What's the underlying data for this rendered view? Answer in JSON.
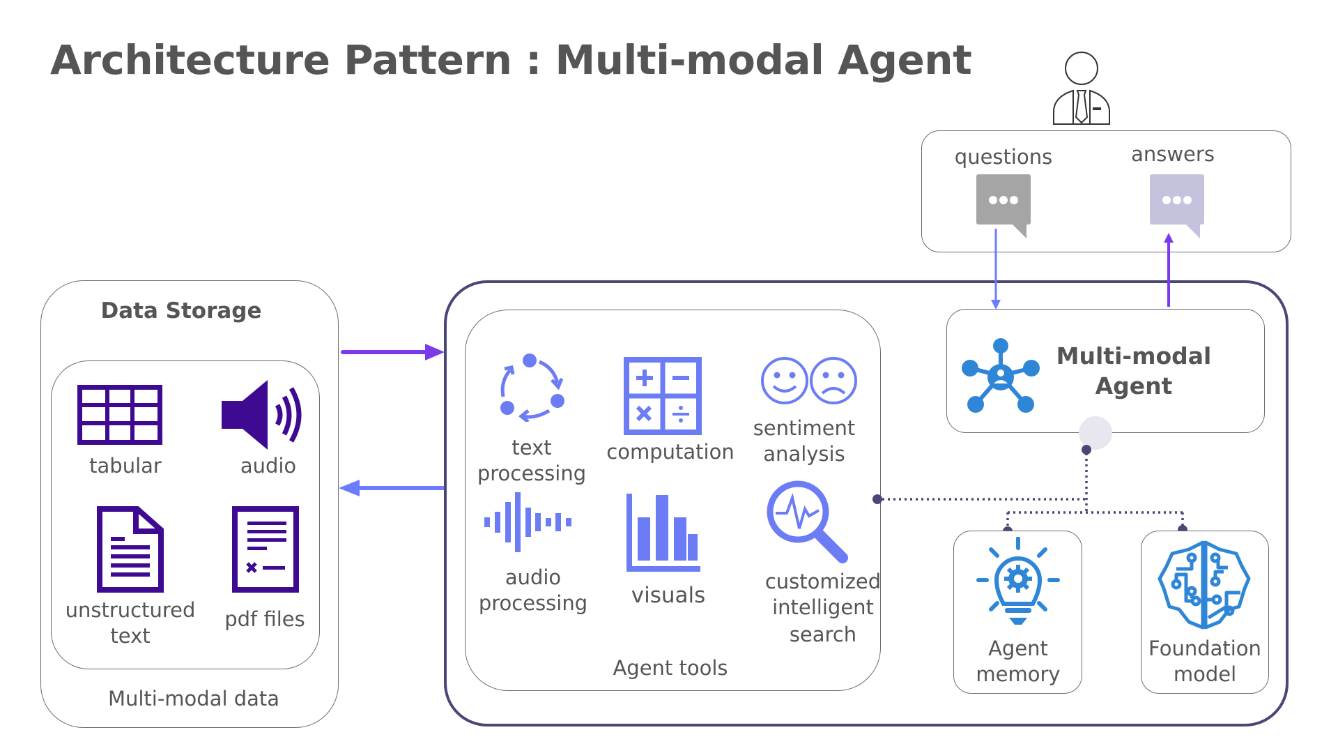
{
  "title": "Architecture Pattern : Multi-modal Agent",
  "user": {
    "icon": "person-icon",
    "questions_label": "questions",
    "answers_label": "answers"
  },
  "data_storage": {
    "title": "Data Storage",
    "footer": "Multi-modal data",
    "items": [
      {
        "label": "tabular",
        "icon": "table-icon"
      },
      {
        "label": "audio",
        "icon": "speaker-icon"
      },
      {
        "label_line1": "unstructured",
        "label_line2": "text",
        "icon": "document-icon"
      },
      {
        "label": "pdf files",
        "icon": "form-icon"
      }
    ]
  },
  "agent_tools": {
    "footer": "Agent tools",
    "items": [
      {
        "label_line1": "text",
        "label_line2": "processing",
        "icon": "cycle-icon"
      },
      {
        "label": "computation",
        "icon": "calculator-icon"
      },
      {
        "label_line1": "sentiment",
        "label_line2": "analysis",
        "icon": "smiley-faces-icon"
      },
      {
        "label_line1": "audio",
        "label_line2": "processing",
        "icon": "waveform-icon"
      },
      {
        "label": "visuals",
        "icon": "bar-chart-icon"
      },
      {
        "label_line1": "customized",
        "label_line2": "intelligent",
        "label_line3": "search",
        "icon": "search-pulse-icon"
      }
    ]
  },
  "agent": {
    "title_line1": "Multi-modal",
    "title_line2": "Agent",
    "icon": "network-hub-icon"
  },
  "memory": {
    "label_line1": "Agent",
    "label_line2": "memory",
    "icon": "lightbulb-gear-icon"
  },
  "foundation": {
    "label_line1": "Foundation",
    "label_line2": "model",
    "icon": "brain-circuit-icon"
  },
  "colors": {
    "text": "#555555",
    "frame": "#4a4778",
    "tool_icon": "#6b7cf5",
    "storage_icon": "#3d0a91",
    "agent_icon": "#2f86d6",
    "arrow_purple": "#7c3aed",
    "arrow_blue": "#6b7cff",
    "question_bubble": "#a5a5a5",
    "answer_bubble": "#c4c2dc"
  }
}
